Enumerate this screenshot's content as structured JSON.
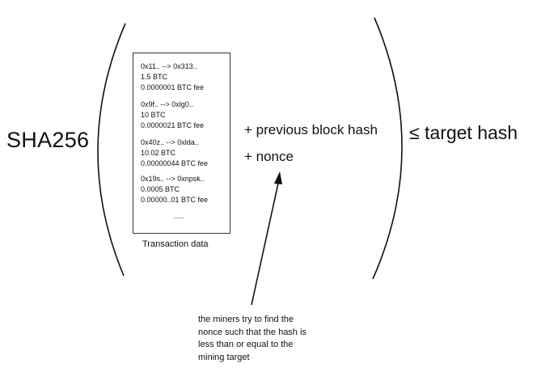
{
  "left_function": "SHA256",
  "transactions": [
    {
      "route": "0x11.. --> 0x313..",
      "amount": "1.5 BTC",
      "fee": "0.0000001 BTC fee"
    },
    {
      "route": "0x9f.. --> 0xlg0..",
      "amount": "10 BTC",
      "fee": "0.0000021 BTC fee"
    },
    {
      "route": "0x40z.. --> 0xlda..",
      "amount": "10.02 BTC",
      "fee": "0.00000044 BTC fee"
    },
    {
      "route": "0x19s.. --> 0xnpsk..",
      "amount": "0.0005 BTC",
      "fee": "0.00000..01 BTC fee"
    }
  ],
  "tx_ellipsis": ".....",
  "tx_caption": "Transaction data",
  "previous_block_hash": "+ previous block hash",
  "nonce": "+ nonce",
  "comparison": "≤ target hash",
  "note_lines": [
    "the miners try to find the",
    "nonce such that the hash is",
    "less than or equal to the",
    "mining target"
  ]
}
